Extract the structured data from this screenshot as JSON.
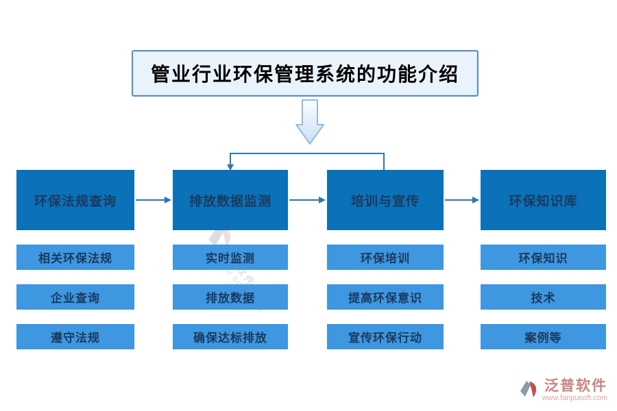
{
  "title": "管业行业环保管理系统的功能介绍",
  "columns": [
    {
      "header": "环保法规查询",
      "items": [
        "相关环保法规",
        "企业查询",
        "遵守法规"
      ]
    },
    {
      "header": "排放数据监测",
      "items": [
        "实时监测",
        "排放数据",
        "确保达标排放"
      ]
    },
    {
      "header": "培训与宣传",
      "items": [
        "环保培训",
        "提高环保意识",
        "宣传环保行动"
      ]
    },
    {
      "header": "环保知识库",
      "items": [
        "环保知识",
        "技术",
        "案例等"
      ]
    }
  ],
  "watermark": {
    "text": "泛普软件",
    "subtext": "FANPU SOFTWARE"
  },
  "footer": {
    "brand": "泛普软件",
    "url": "www.fanpusoft.com"
  },
  "colors": {
    "header_box": "#0b71b8",
    "item_box": "#3e97e0",
    "box_text": "#1b3a5e",
    "connector": "#2e75b6",
    "title_bg": "#eaf3fb",
    "title_border": "#5b8ec4",
    "logo_red": "#c0504d",
    "logo_gray": "#8d98a8"
  }
}
